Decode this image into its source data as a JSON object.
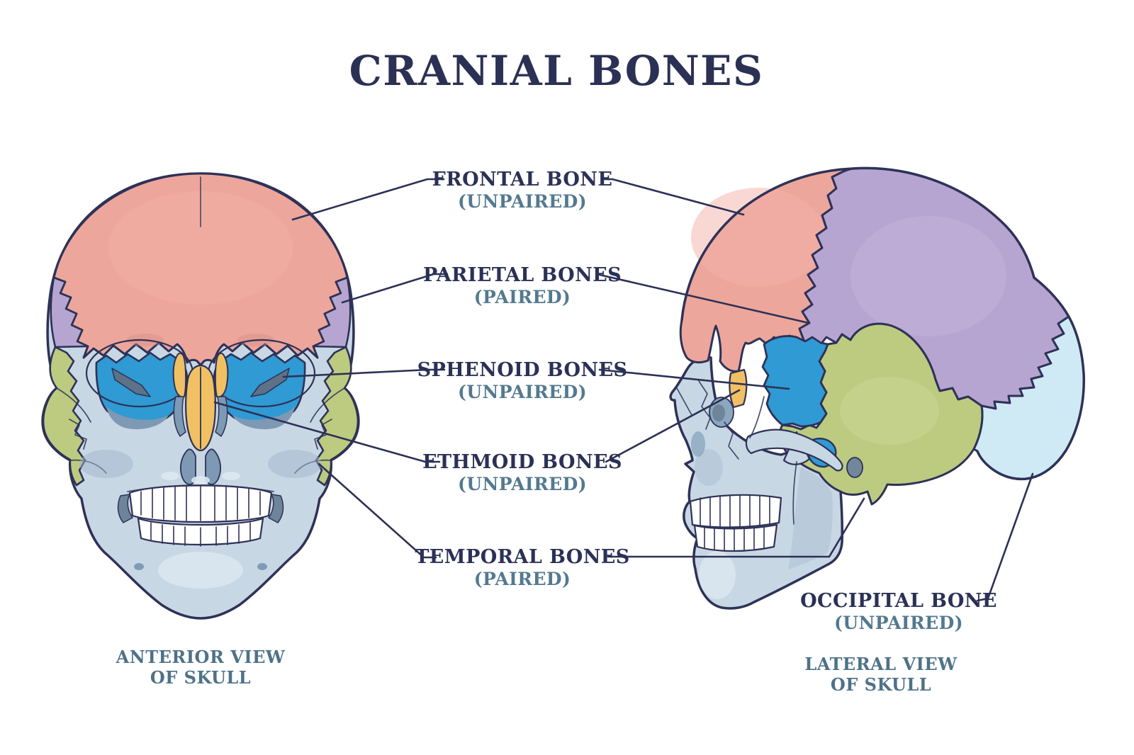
{
  "title": "CRANIAL BONES",
  "colors": {
    "outline": "#2e3257",
    "frontal_bone": "#eda69c",
    "parietal_bone": "#b6a5d1",
    "temporal_bone": "#bccb7f",
    "sphenoid_bone": "#2f9ad3",
    "ethmoid_bone": "#f1c063",
    "occipital_bone": "#cfeaf5",
    "bone_base": "#c8d7e4",
    "label_primary": "#2b3156",
    "label_secondary": "#53798f"
  },
  "labels": [
    {
      "id": "frontal",
      "name": "FRONTAL BONE",
      "sub": "(UNPAIRED)"
    },
    {
      "id": "parietal",
      "name": "PARIETAL BONES",
      "sub": "(PAIRED)"
    },
    {
      "id": "sphenoid",
      "name": "SPHENOID BONES",
      "sub": "(UNPAIRED)"
    },
    {
      "id": "ethmoid",
      "name": "ETHMOID BONES",
      "sub": "(UNPAIRED)"
    },
    {
      "id": "temporal",
      "name": "TEMPORAL BONES",
      "sub": "(PAIRED)"
    },
    {
      "id": "occipital",
      "name": "OCCIPITAL BONE",
      "sub": "(UNPAIRED)"
    }
  ],
  "captions": {
    "anterior": {
      "line1": "ANTERIOR VIEW",
      "line2": "OF SKULL"
    },
    "lateral": {
      "line1": "LATERAL VIEW",
      "line2": "OF SKULL"
    }
  }
}
